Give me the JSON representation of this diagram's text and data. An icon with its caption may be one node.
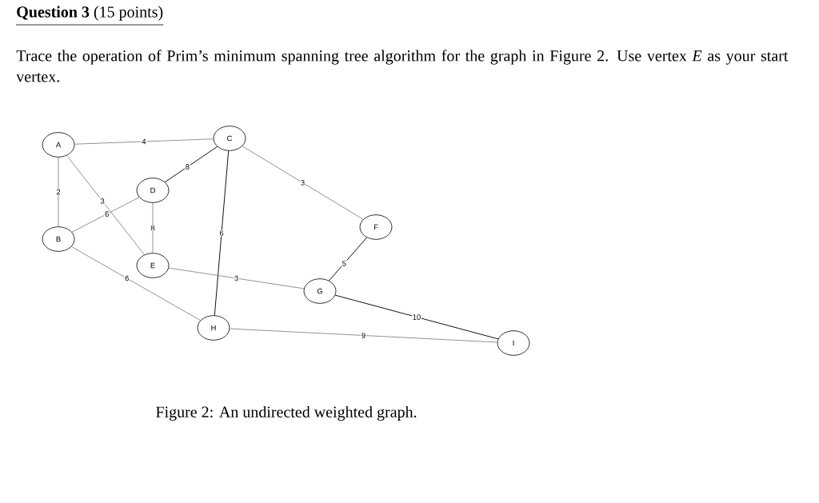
{
  "diagram": {
    "title": "**Question 3** (15 points)",
    "caption": "Figure 2: An undirected weighted graph.",
    "labels": [
      "Trace the operation of Prim’s minimum spanning tree algorithm for the graph in Figure 2. Use vertex *E* as your start vertex."
    ],
    "nodes": [
      {
        "text": [
          "A"
        ]
      },
      {
        "text": [
          "C"
        ]
      },
      {
        "text": [
          "D"
        ]
      },
      {
        "text": [
          "F"
        ]
      },
      {
        "text": [
          "B"
        ]
      },
      {
        "text": [
          "E"
        ]
      },
      {
        "text": [
          "G"
        ]
      },
      {
        "text": [
          "H"
        ]
      },
      {
        "text": [
          "I"
        ]
      }
    ],
    "edges": [
      {
        "from": 0,
        "to": 1,
        "arrow": "none",
        "label": "4"
      },
      {
        "from": 0,
        "to": 4,
        "arrow": "none",
        "label": "2"
      },
      {
        "from": 0,
        "to": 5,
        "arrow": "none",
        "label": "3"
      },
      {
        "from": 4,
        "to": 2,
        "arrow": "none",
        "label": "6"
      },
      {
        "from": 1,
        "to": 2,
        "arrow": "none",
        "label": "8",
        "color": "#000000"
      },
      {
        "from": 2,
        "to": 5,
        "arrow": "none",
        "label": "8"
      },
      {
        "from": 1,
        "to": 7,
        "arrow": "none",
        "label": "6",
        "color": "#000000"
      },
      {
        "from": 1,
        "to": 3,
        "arrow": "none",
        "label": "3"
      },
      {
        "from": 5,
        "to": 6,
        "arrow": "none",
        "label": "3"
      },
      {
        "from": 3,
        "to": 6,
        "arrow": "none",
        "label": "5",
        "color": "#000000"
      },
      {
        "from": 4,
        "to": 7,
        "arrow": "none",
        "label": "6"
      },
      {
        "from": 6,
        "to": 8,
        "arrow": "none",
        "label": "10",
        "color": "#000000"
      },
      {
        "from": 7,
        "to": 8,
        "arrow": "none",
        "label": "9"
      }
    ]
  }
}
